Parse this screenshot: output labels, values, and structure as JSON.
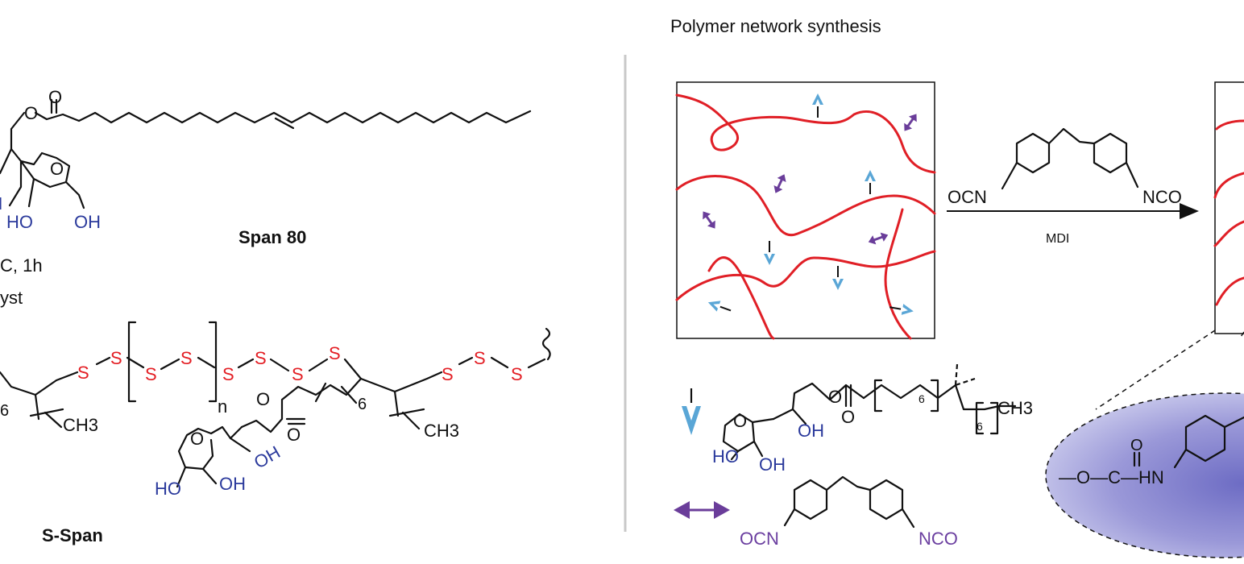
{
  "left": {
    "span80": {
      "carbonyl_o": "O",
      "ester_o": "O",
      "ring_o": "O",
      "oh1": "HO",
      "oh2": "OH",
      "name": "Span 80"
    },
    "conditions": {
      "line1": "C, 1h",
      "line2": "yst"
    },
    "sspan": {
      "sulfur": "S",
      "n": "n",
      "sub6a": "6",
      "sub6b": "6",
      "ch3a": "CH3",
      "ch3b": "CH3",
      "ester_o": "O",
      "carbonyl_o": "O",
      "ring_o": "O",
      "oh_side": "OH",
      "ho": "HO",
      "oh": "OH",
      "name": "S-Span"
    }
  },
  "right": {
    "title": "Polymer network synthesis",
    "reagent": {
      "ocn": "OCN",
      "nco": "NCO",
      "label": "MDI"
    },
    "legend": {
      "ester_o": "O",
      "carbonyl_o": "O",
      "ring_o": "O",
      "oh": "OH",
      "ho": "HO",
      "oh2": "OH",
      "sub6a": "6",
      "sub6b": "6",
      "ch3": "CH3",
      "ocn": "OCN",
      "nco": "NCO"
    },
    "zoom": {
      "carbonyl_o": "O",
      "linkage": "—O—C—HN"
    }
  },
  "colors": {
    "chain_red": "#e01f26",
    "sulfur_red": "#e31e24",
    "hydroxyl_blue": "#2b3a9c",
    "span_blue": "#5aa6d6",
    "mdi_purple": "#6a3d9a",
    "isocyanate_purple": "#6b3fa0",
    "zoom_fill": "#9c9ad6"
  }
}
